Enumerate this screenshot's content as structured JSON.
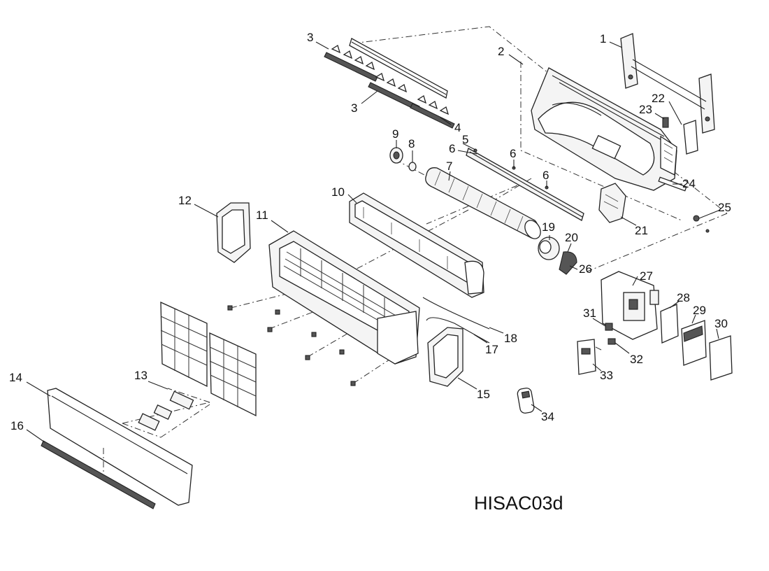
{
  "diagram": {
    "model_code": "HISAC03d",
    "callout_labels": [
      "1",
      "2",
      "3",
      "3",
      "4",
      "5",
      "6",
      "6",
      "6",
      "7",
      "8",
      "9",
      "10",
      "11",
      "12",
      "13",
      "14",
      "15",
      "16",
      "17",
      "18",
      "19",
      "20",
      "21",
      "22",
      "23",
      "24",
      "25",
      "26",
      "27",
      "28",
      "29",
      "30",
      "31",
      "32",
      "33",
      "34"
    ]
  }
}
